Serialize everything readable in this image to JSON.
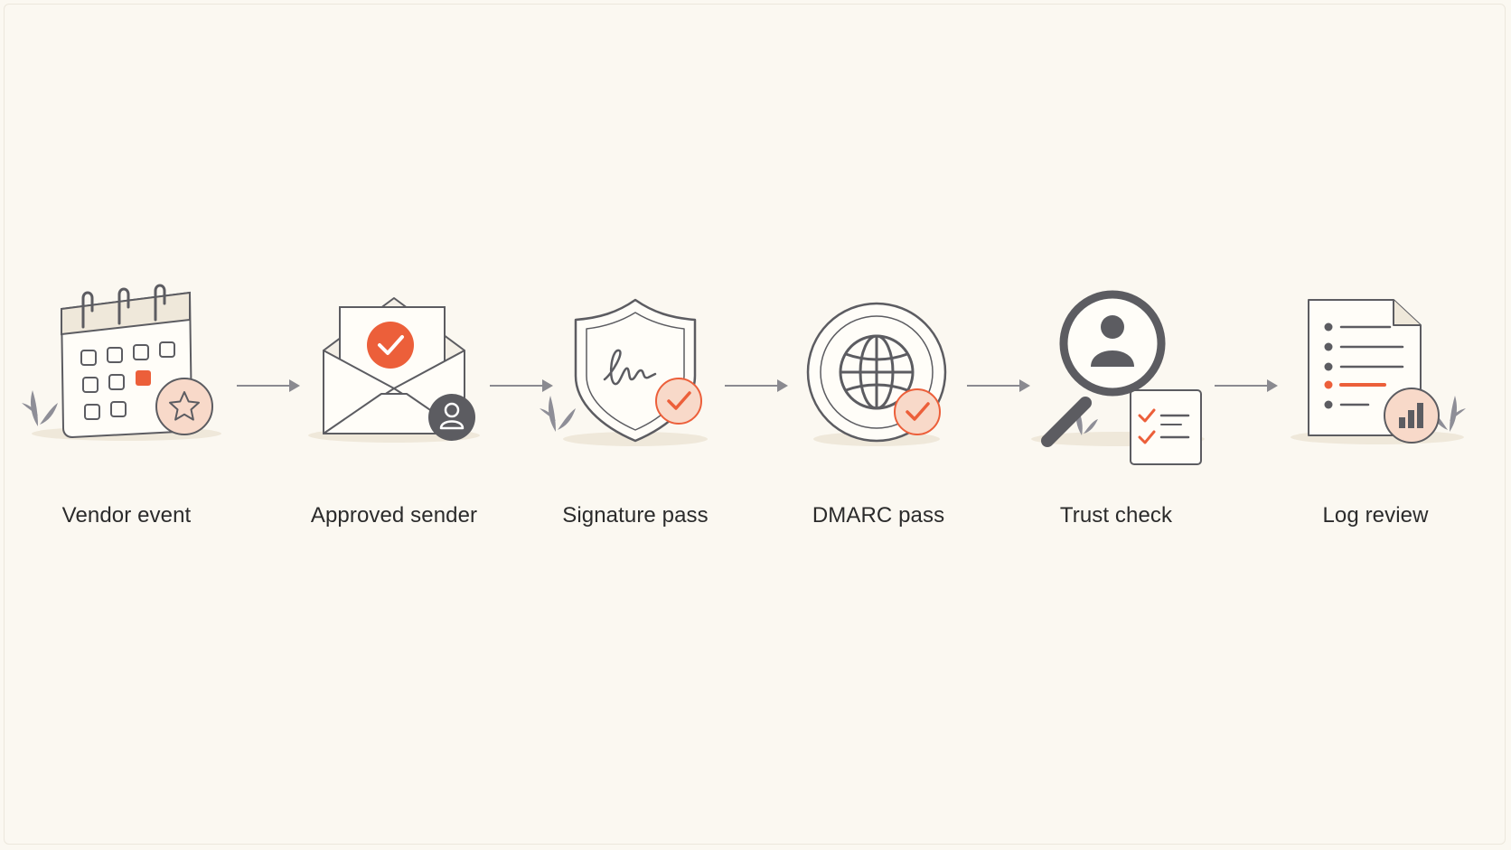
{
  "colors": {
    "background": "#fbf8f1",
    "stroke": "#5c5c61",
    "accent": "#ec5f3a",
    "accent_soft": "#f8d9c9",
    "leaf": "#8e8e97",
    "text": "#2b2b2b"
  },
  "steps": [
    {
      "label": "Vendor event",
      "icon": "calendar-icon",
      "badge": "star-icon"
    },
    {
      "label": "Approved sender",
      "icon": "envelope-icon",
      "badge": "user-icon"
    },
    {
      "label": "Signature pass",
      "icon": "shield-icon",
      "badge": "check-icon"
    },
    {
      "label": "DMARC pass",
      "icon": "globe-icon",
      "badge": "check-icon"
    },
    {
      "label": "Trust check",
      "icon": "magnifier-icon",
      "badge": "checklist-icon"
    },
    {
      "label": "Log review",
      "icon": "document-icon",
      "badge": "bar-chart-icon"
    }
  ]
}
